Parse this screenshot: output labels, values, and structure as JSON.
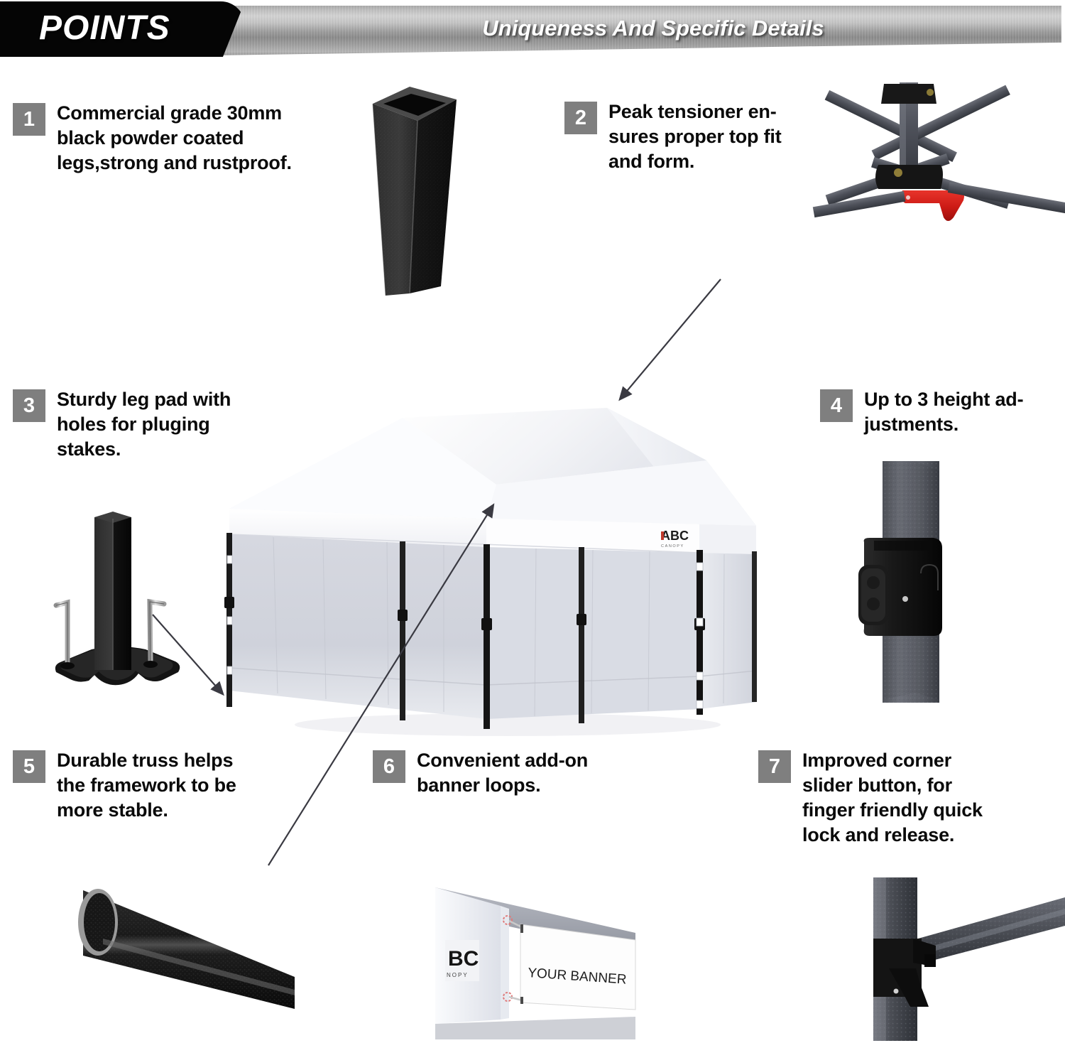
{
  "header": {
    "tab_label": "POINTS",
    "title": "Uniqueness And Specific Details",
    "tab_bg": "#050505",
    "bar_gradient_light": "#d2d2d2",
    "bar_gradient_dark": "#8a8a8a"
  },
  "badge_color": "#7f7f7f",
  "points": [
    {
      "num": "1",
      "text": "Commercial grade 30mm black powder coated legs,strong and rustproof."
    },
    {
      "num": "2",
      "text": "Peak tensioner en-sures proper top fit and form."
    },
    {
      "num": "3",
      "text": "Sturdy leg pad with holes for pluging stakes."
    },
    {
      "num": "4",
      "text": "Up to 3 height ad-justments."
    },
    {
      "num": "5",
      "text": "Durable truss helps the framework to be more stable."
    },
    {
      "num": "6",
      "text": "Convenient add-on banner loops."
    },
    {
      "num": "7",
      "text": "Improved corner slider button, for finger friendly quick lock and release."
    }
  ],
  "point_lines": {
    "p1": [
      "Commercial grade 30mm",
      "black powder coated",
      "legs,strong and rustproof."
    ],
    "p2": [
      "Peak tensioner en-",
      "sures proper top fit",
      "and form."
    ],
    "p3": [
      "Sturdy leg pad with",
      "holes for pluging",
      "stakes."
    ],
    "p4": [
      "Up to 3 height ad-",
      "justments."
    ],
    "p5": [
      "Durable truss helps",
      "the framework to be",
      "more stable."
    ],
    "p6": [
      "Convenient add-on",
      "banner loops."
    ],
    "p7": [
      "Improved corner",
      "slider button, for",
      "finger friendly quick",
      "lock and release."
    ]
  },
  "photos": {
    "leg_tube": "square-black-powder-coated-leg-tube",
    "peak_tensioner": "peak-tensioner-with-red-lever",
    "leg_pad": "leg-pad-with-stakes",
    "height_adjust": "height-adjustment-slider-collar",
    "truss_tube": "oval-truss-tube",
    "banner_loops": "canopy-corner-with-banner-attached",
    "corner_slider": "corner-slider-button-lever",
    "main_tent": "white-pop-up-canopy-with-sidewalls"
  },
  "tent": {
    "logo_text": "ABC",
    "logo_sub": "CANOPY",
    "logo_color": "#c0392b",
    "roof_color": "#ffffff",
    "sidewall_color": "#c9cbd4",
    "leg_color": "#1c1c1c"
  },
  "banner_photo": {
    "banner_text": "YOUR BANNER",
    "logo_text": "BC",
    "logo_sub": "NOPY",
    "loop_color": "#e07a7a"
  },
  "colors": {
    "accent_red": "#d02020",
    "metal_dark": "#3a3d45",
    "metal_mid": "#5a5e68",
    "black": "#101010",
    "arrow": "#3a3a42"
  }
}
